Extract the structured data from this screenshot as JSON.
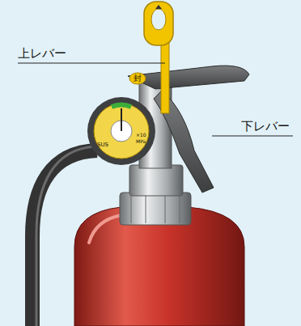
{
  "diagram": {
    "labels": [
      "上レバー",
      "下レバー",
      "封",
      "SUS",
      "×10",
      "MPa"
    ]
  }
}
